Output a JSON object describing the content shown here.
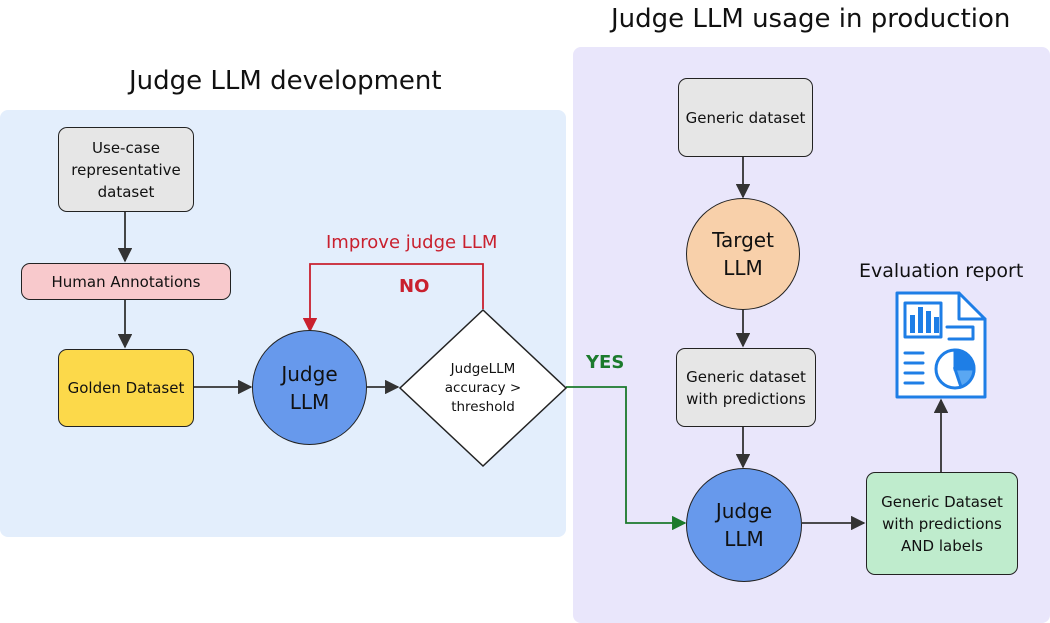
{
  "development": {
    "title": "Judge LLM development",
    "usecase_dataset": "Use-case representative dataset",
    "human_annotations": "Human Annotations",
    "golden_dataset": "Golden Dataset",
    "judge_llm": "Judge LLM",
    "decision": "JudgeLLM accuracy > threshold",
    "improve_label": "Improve judge LLM",
    "no_label": "NO",
    "yes_label": "YES"
  },
  "production": {
    "title": "Judge LLM usage in production",
    "generic_dataset": "Generic dataset",
    "target_llm": "Target LLM",
    "generic_with_predictions": "Generic dataset with predictions",
    "judge_llm": "Judge LLM",
    "dataset_with_labels": "Generic Dataset with predictions AND labels",
    "evaluation_report": "Evaluation report"
  },
  "colors": {
    "dev_panel": "#e3eefc",
    "prod_panel": "#e9e6fb",
    "gray_box": "#e6e6e6",
    "pink_box": "#f8c9cc",
    "yellow_box": "#fcd94a",
    "blue_circle": "#6799ec",
    "peach_circle": "#f8d0aa",
    "green_box": "#bfeccd",
    "red": "#c9202e",
    "green": "#1b7a2c",
    "report_blue": "#1e7ee6"
  },
  "icons": {
    "report": "document-chart-icon"
  }
}
